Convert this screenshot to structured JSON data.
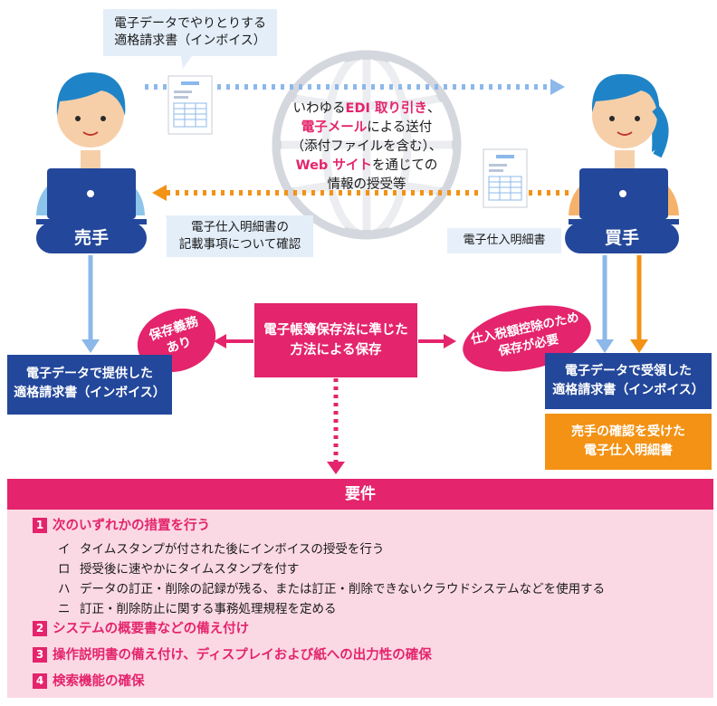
{
  "callout_top": {
    "line1": "電子データでやりとりする",
    "line2": "適格請求書（インボイス）"
  },
  "globe_text": {
    "l1a": "いわゆる",
    "l1b": "EDI 取り引き",
    "l1c": "、",
    "l2a": "電子メール",
    "l2b": "による送付",
    "l3": "（添付ファイルを含む）、",
    "l4a": "Web サイト",
    "l4b": "を通じての",
    "l5": "情報の授受等"
  },
  "seller": {
    "label": "売手"
  },
  "buyer": {
    "label": "買手"
  },
  "callout_confirm": {
    "line1": "電子仕入明細書の",
    "line2": "記載事項について確認"
  },
  "statement_label": "電子仕入明細書",
  "center_box": {
    "line1": "電子帳簿保存法に準じた",
    "line2": "方法による保存"
  },
  "oval_left": {
    "line1": "保存義務",
    "line2": "あり"
  },
  "oval_right": {
    "line1": "仕入税額控除のため",
    "line2": "保存が必要"
  },
  "seller_box": {
    "line1": "電子データで提供した",
    "line2": "適格請求書（インボイス）"
  },
  "buyer_box": {
    "line1": "電子データで受領した",
    "line2": "適格請求書（インボイス）"
  },
  "buyer_box2": {
    "line1": "売手の確認を受けた",
    "line2": "電子仕入明細書"
  },
  "requirements": {
    "title": "要件",
    "items": [
      {
        "num": "1",
        "text": "次のいずれかの措置を行う"
      },
      {
        "num": "2",
        "text": "システムの概要書などの備え付け"
      },
      {
        "num": "3",
        "text": "操作説明書の備え付け、ディスプレイおよび紙への出力性の確保"
      },
      {
        "num": "4",
        "text": "検索機能の確保"
      }
    ],
    "subitems": [
      {
        "mark": "イ",
        "text": "タイムスタンプが付された後にインボイスの授受を行う"
      },
      {
        "mark": "ロ",
        "text": "授受後に速やかにタイムスタンプを付す"
      },
      {
        "mark": "ハ",
        "text": "データの訂正・削除の記録が残る、または訂正・削除できないクラウドシステムなどを使用する"
      },
      {
        "mark": "ニ",
        "text": "訂正・削除防止に関する事務処理規程を定める"
      }
    ]
  },
  "colors": {
    "navy": "#23479a",
    "pink": "#e4246c",
    "orange": "#f39214",
    "lightblue": "#8cb8ea",
    "light_pink": "#fbd9e4"
  }
}
